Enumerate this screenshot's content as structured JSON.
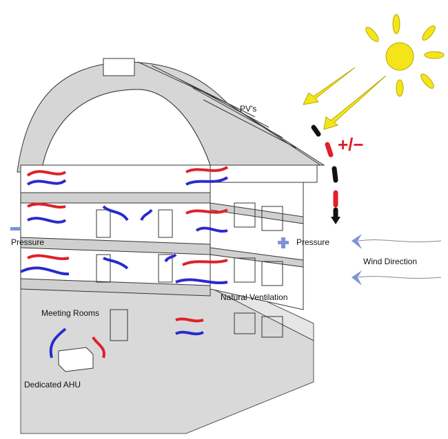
{
  "labels": {
    "pvs": "PV's",
    "pressure_left": "Pressure",
    "pressure_right": "Pressure",
    "wind_direction": "Wind Direction",
    "natural_ventilation": "Natural Ventilation",
    "meeting_rooms": "Meeting Rooms",
    "dedicated_ahu": "Dedicated AHU"
  },
  "signs": {
    "plus_minus_slash": "+/−"
  },
  "colors": {
    "sun": "#f4e41a",
    "warm_air": "#e0202a",
    "cool_air": "#2a2acc",
    "pressure": "#7e93d6",
    "ground": "#d9d9d9"
  }
}
